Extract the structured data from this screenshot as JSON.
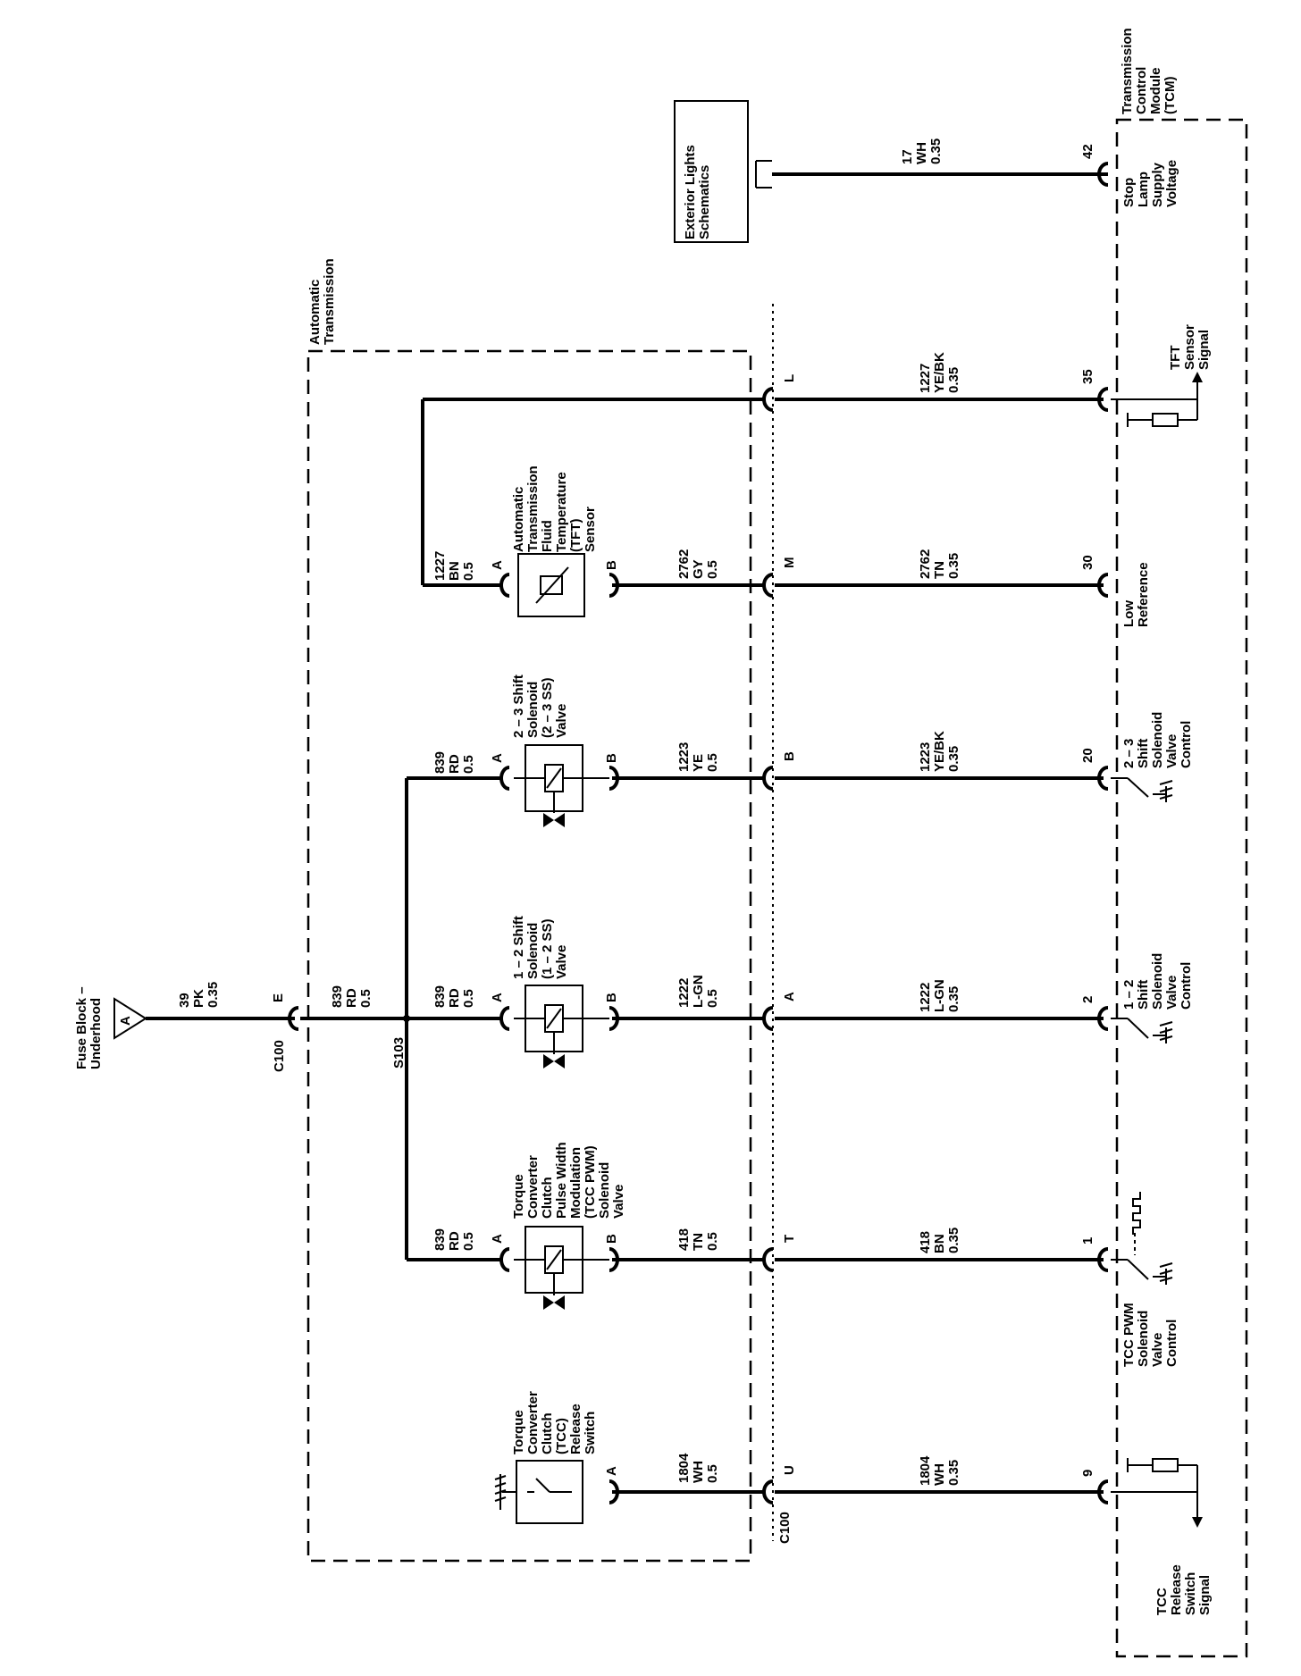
{
  "tcm": {
    "title": [
      "Transmission",
      "Control",
      "Module",
      "(TCM)"
    ],
    "signals": {
      "stop_lamp": [
        "Stop",
        "Lamp",
        "Supply",
        "Voltage"
      ],
      "tft": [
        "TFT",
        "Sensor",
        "Signal"
      ],
      "low_ref": [
        "Low",
        "Reference"
      ],
      "ss23": [
        "2 – 3",
        "Shift",
        "Solenoid",
        "Valve",
        "Control"
      ],
      "ss12": [
        "1 – 2",
        "Shift",
        "Solenoid",
        "Valve",
        "Control"
      ],
      "tcc_pwm": [
        "TCC PWM",
        "Solenoid",
        "Valve",
        "Control"
      ],
      "tcc_release": [
        "TCC",
        "Release",
        "Switch",
        "Signal"
      ]
    },
    "pins": {
      "stop_lamp": "42",
      "tft": "35",
      "low_ref": "30",
      "ss23": "20",
      "ss12": "2",
      "tcc_pwm": "1",
      "tcc_release": "9"
    }
  },
  "exterior_lights": [
    "Exterior Lights",
    "Schematics"
  ],
  "stop_lamp_wire": [
    "17",
    "WH",
    "0.35"
  ],
  "automatic_transmission": [
    "Automatic",
    "Transmission"
  ],
  "fuse_block": {
    "name": [
      "Fuse Block –",
      "Underhood"
    ],
    "terminal": "A",
    "wire": [
      "39",
      "PK",
      "0.35"
    ]
  },
  "c100": {
    "label_top": "C100",
    "label_bottom": "C100",
    "pins": {
      "E": "E",
      "L": "L",
      "M": "M",
      "B": "B",
      "A": "A",
      "T": "T",
      "U": "U"
    }
  },
  "splice": "S103",
  "feed_wire": [
    "839",
    "RD",
    "0.5"
  ],
  "tft_sensor": {
    "name": [
      "Automatic",
      "Transmission",
      "Fluid",
      "Temperature",
      "(TFT)",
      "Sensor"
    ],
    "pin_a": "A",
    "pin_b": "B",
    "wire_a": [
      "1227",
      "BN",
      "0.5"
    ],
    "wire_b": [
      "2762",
      "GY",
      "0.5"
    ]
  },
  "ss23": {
    "name": [
      "2 – 3 Shift",
      "Solenoid",
      "(2 – 3 SS)",
      "Valve"
    ],
    "pin_a": "A",
    "pin_b": "B",
    "wire_a": [
      "839",
      "RD",
      "0.5"
    ],
    "wire_b": [
      "1223",
      "YE",
      "0.5"
    ]
  },
  "ss12": {
    "name": [
      "1 – 2 Shift",
      "Solenoid",
      "(1 – 2 SS)",
      "Valve"
    ],
    "pin_a": "A",
    "pin_b": "B",
    "wire_a": [
      "839",
      "RD",
      "0.5"
    ],
    "wire_b": [
      "1222",
      "L-GN",
      "0.5"
    ]
  },
  "tcc_pwm": {
    "name": [
      "Torque",
      "Converter",
      "Clutch",
      "Pulse Width",
      "Modulation",
      "(TCC PWM)",
      "Solenoid",
      "Valve"
    ],
    "pin_a": "A",
    "pin_b": "B",
    "wire_a": [
      "839",
      "RD",
      "0.5"
    ],
    "wire_b": [
      "418",
      "TN",
      "0.5"
    ]
  },
  "tcc_switch": {
    "name": [
      "Torque",
      "Converter",
      "Clutch",
      "(TCC)",
      "Release",
      "Switch"
    ],
    "pin_a": "A",
    "wire": [
      "1804",
      "WH",
      "0.5"
    ]
  },
  "harness": {
    "tft_signal": [
      "1227",
      "YE/BK",
      "0.35"
    ],
    "low_ref": [
      "2762",
      "TN",
      "0.35"
    ],
    "ss23": [
      "1223",
      "YE/BK",
      "0.35"
    ],
    "ss12": [
      "1222",
      "L-GN",
      "0.35"
    ],
    "tcc_pwm": [
      "418",
      "BN",
      "0.35"
    ],
    "tcc_release": [
      "1804",
      "WH",
      "0.35"
    ]
  }
}
